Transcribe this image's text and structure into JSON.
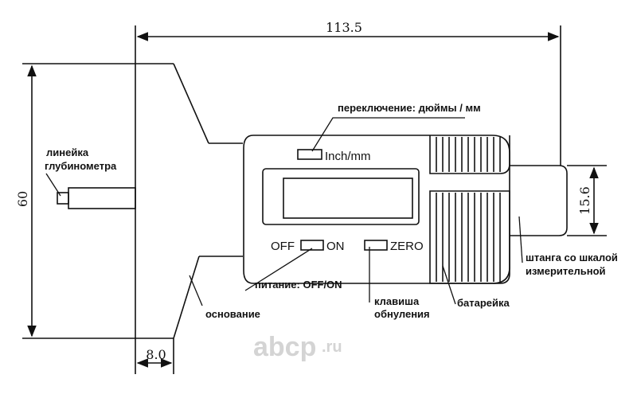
{
  "dimensions": {
    "total_length": "113.5",
    "height": "60",
    "shaft_diameter": "15.6",
    "base_thickness": "8.0"
  },
  "labels": {
    "switch_units": "переключение: дюймы / мм",
    "depth_ruler": [
      "линейка",
      "глубинометра"
    ],
    "power": "питание: OFF/ON",
    "base": "основание",
    "zero_key": [
      "клавиша",
      "обнуления"
    ],
    "battery": "батарейка",
    "measuring_rod": [
      "штанга со шкалой",
      "измерительной"
    ]
  },
  "panel": {
    "inch_mm": "Inch/mm",
    "off": "OFF",
    "on": "ON",
    "zero": "ZERO"
  },
  "watermark": {
    "brand": "abcp",
    "domain": ".ru",
    "color": "#d4d4d4"
  }
}
